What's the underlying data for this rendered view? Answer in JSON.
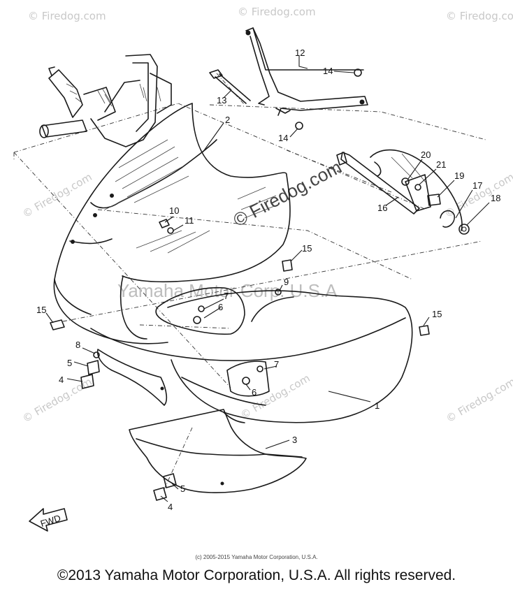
{
  "watermarks": {
    "corner": "© Firedog.com",
    "center_site": "© Firedog.com",
    "center_corp": "Yamaha Motor Corp. U.S.A"
  },
  "callouts": [
    "1",
    "2",
    "3",
    "4",
    "5",
    "6",
    "7",
    "8",
    "9",
    "10",
    "11",
    "12",
    "13",
    "14",
    "15",
    "16",
    "17",
    "18",
    "19",
    "20",
    "21"
  ],
  "fwd_label": "FWD",
  "footer": {
    "small_copyright": "(c) 2005-2015 Yamaha Motor Corporation, U.S.A.",
    "copyright": "©2013 Yamaha Motor Corporation, U.S.A. All rights reserved."
  }
}
